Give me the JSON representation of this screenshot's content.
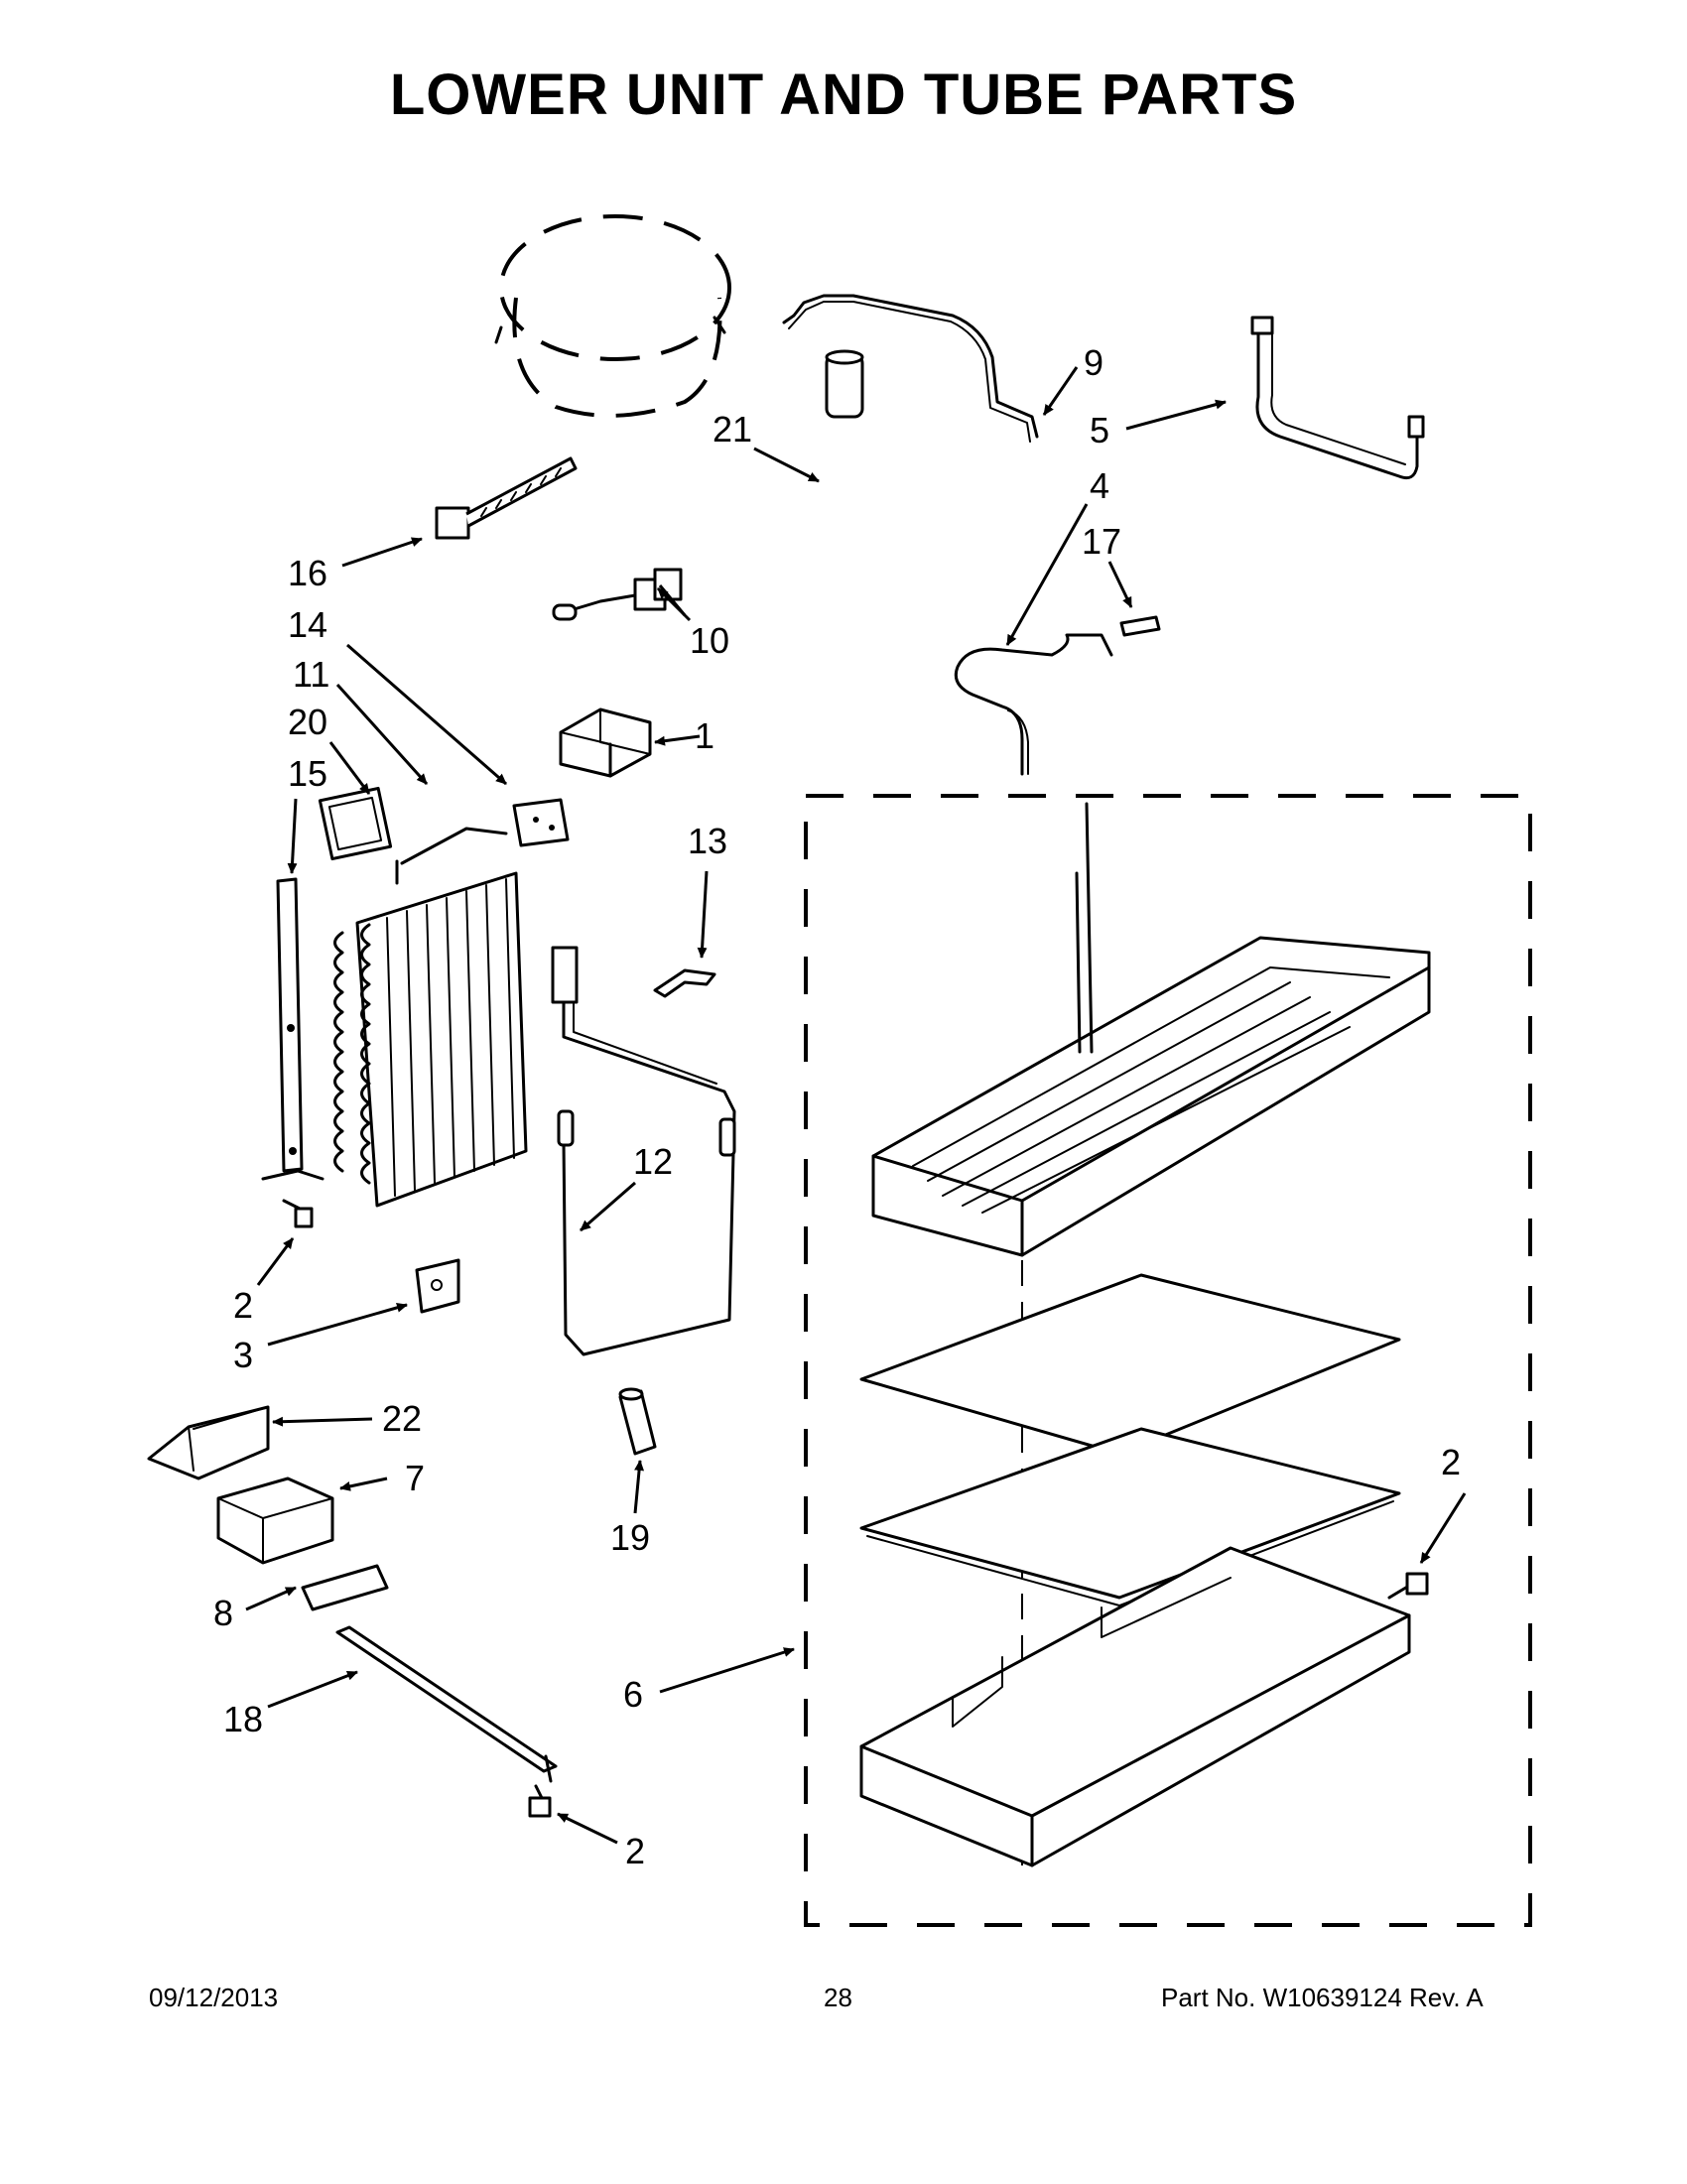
{
  "title": "LOWER UNIT AND TUBE PARTS",
  "callouts": {
    "c1": "1",
    "c2a": "2",
    "c2b": "2",
    "c2c": "2",
    "c3": "3",
    "c4": "4",
    "c5": "5",
    "c6": "6",
    "c7": "7",
    "c8": "8",
    "c9": "9",
    "c10": "10",
    "c11": "11",
    "c12": "12",
    "c13": "13",
    "c14": "14",
    "c15": "15",
    "c16": "16",
    "c17": "17",
    "c18": "18",
    "c19": "19",
    "c20": "20",
    "c21": "21",
    "c22": "22"
  },
  "footer": {
    "date": "09/12/2013",
    "page": "28",
    "part": "Part No.  W10639124  Rev.  A"
  }
}
